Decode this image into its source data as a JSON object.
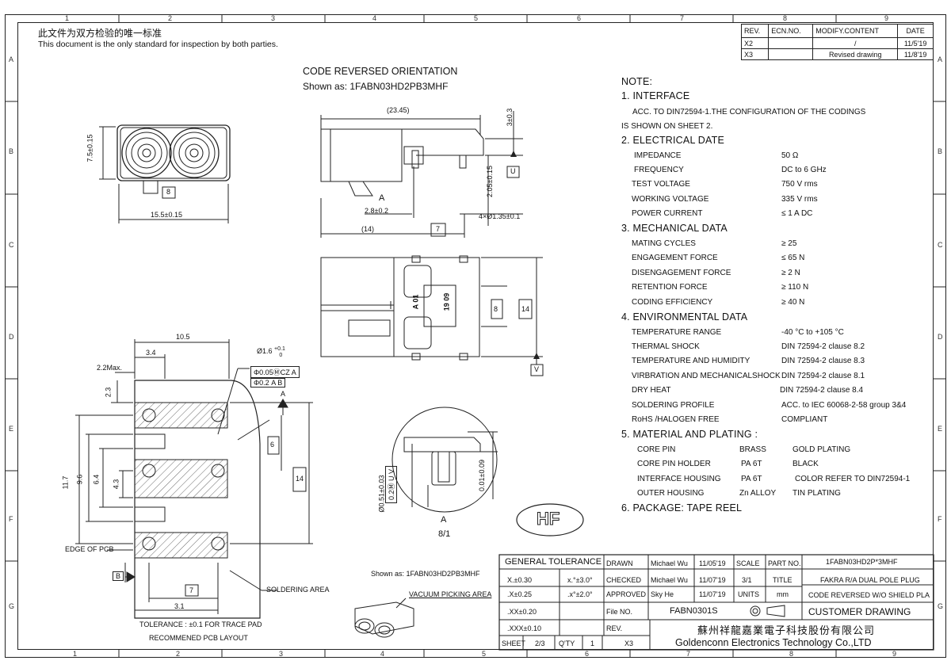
{
  "header": {
    "cn_line": "此文件为双方检验的唯一标准",
    "en_line": "This document is the only standard for inspection by both parties."
  },
  "zones": {
    "cols": [
      "1",
      "2",
      "3",
      "4",
      "5",
      "6",
      "7",
      "8",
      "9"
    ],
    "rows": [
      "A",
      "B",
      "C",
      "D",
      "E",
      "F",
      "G"
    ]
  },
  "revision_table": {
    "headers": [
      "REV.",
      "ECN.NO.",
      "MODIFY.CONTENT",
      "DATE"
    ],
    "rows": [
      [
        "X2",
        "",
        "/",
        "11/5'19"
      ],
      [
        "X3",
        "",
        "Revised drawing",
        "11/8'19"
      ]
    ]
  },
  "views": {
    "title_line1": "CODE REVERSED ORIENTATION",
    "title_line2": "Shown as: 1FABN03HD2PB3MHF",
    "detail_label": "A",
    "detail_scale": "8/1",
    "iso_caption": "Shown as: 1FABN03HD2PB3MHF",
    "vacuum_label": "VACUUM PICKING AREA",
    "edge_pcb": "EDGE OF PCB",
    "soldering_area": "SOLDERING AREA",
    "tolerance_note": "TOLERANCE :   ±0.1  FOR TRACE PAD",
    "pcb_layout": "RECOMMENED PCB LAYOUT",
    "hf_mark": "HF"
  },
  "dims": {
    "d_7_5": "7.5±0.15",
    "d_8": "8",
    "d_15_5": "15.5±0.15",
    "d_23_45": "(23.45)",
    "d_3": "3±0.3",
    "d_u": "U",
    "d_2_05": "2.05±0.15",
    "d_2_8": "2.8±0.2",
    "d_4x": "4×Ø1.35±0.1",
    "d_14p": "(14)",
    "d_7": "7",
    "d_a": "A",
    "d_a01": "A 01",
    "d_1909": "19 09",
    "d_8b": "8",
    "d_14": "14",
    "d_v": "V",
    "d_10_5": "10.5",
    "d_3_4": "3.4",
    "d_2_2": "2.2Max.",
    "d_phi16": "Ø1.6",
    "d_phi16_tol_up": "+0.1",
    "d_phi16_tol_lo": "0",
    "fcf1": "Φ0.05ⓂCZ A",
    "fcf2": "Φ0.2 A B",
    "d_2_3": "2.3",
    "d_6": "6",
    "d_11_7": "11.7",
    "d_9_6": "9.6",
    "d_6_4": "6.4",
    "d_4_3": "4.3",
    "d_14b": "14",
    "d_b": "B",
    "d_7b": "7",
    "d_3_1": "3.1",
    "d_a_tri": "A",
    "d_051": "Ø0.51±0.03",
    "fcf3": "0.2Ⓜ U V",
    "d_001": "0.01±0.09"
  },
  "notes": {
    "title": "NOTE:",
    "sections": [
      {
        "heading": "1. INTERFACE",
        "lines": [
          "ACC. TO DIN72594-1.THE CONFIGURATION OF THE CODINGS",
          "IS SHOWN ON SHEET 2."
        ]
      },
      {
        "heading": "2. ELECTRICAL DATE",
        "rows": [
          [
            "IMPEDANCE",
            "50        Ω"
          ],
          [
            "FREQUENCY",
            "DC to 6 GHz"
          ],
          [
            "TEST VOLTAGE",
            "750 V rms"
          ],
          [
            "WORKING VOLTAGE",
            "335 V rms"
          ],
          [
            "POWER CURRENT",
            "≤ 1 A DC"
          ]
        ]
      },
      {
        "heading": "3. MECHANICAL DATA",
        "rows": [
          [
            "MATING CYCLES",
            "≥ 25"
          ],
          [
            "ENGAGEMENT FORCE",
            "≤ 65 N"
          ],
          [
            "DISENGAGEMENT FORCE",
            "≥ 2 N"
          ],
          [
            "RETENTION FORCE",
            "≥ 110 N"
          ],
          [
            "CODING EFFICIENCY",
            "≥ 40 N"
          ]
        ]
      },
      {
        "heading": "4. ENVIRONMENTAL DATA",
        "rows": [
          [
            "TEMPERATURE RANGE",
            "-40 °C to +105 °C"
          ],
          [
            "THERMAL SHOCK",
            "DIN 72594-2 clause 8.2"
          ],
          [
            "TEMPERATURE AND HUMIDITY",
            "DIN 72594-2 clause 8.3"
          ],
          [
            "VIRBRATION AND MECHANICALSHOCK",
            "DIN 72594-2 clause 8.1"
          ],
          [
            "DRY HEAT",
            "DIN 72594-2 clause 8.4"
          ],
          [
            "SOLDERING PROFILE",
            "ACC. to IEC 60068-2-58 group 3&4"
          ],
          [
            "RoHS  /HALOGEN FREE",
            "COMPLIANT"
          ]
        ]
      },
      {
        "heading": "5. MATERIAL AND PLATING :",
        "rows3": [
          [
            "CORE PIN",
            "BRASS",
            "GOLD PLATING"
          ],
          [
            "CORE PIN HOLDER",
            "PA 6T",
            "BLACK"
          ],
          [
            "INTERFACE HOUSING",
            "PA 6T",
            "COLOR REFER TO DIN72594-1"
          ],
          [
            "OUTER  HOUSING",
            "Zn ALLOY",
            "TIN PLATING"
          ]
        ]
      },
      {
        "heading": "6. PACKAGE:   TAPE REEL"
      }
    ]
  },
  "title_block": {
    "general_tolerance": "GENERAL TOLERANCE",
    "tol": [
      [
        "X.±0.30",
        "x.°±3.0°"
      ],
      [
        ".X±0.25",
        ".x°±2.0°"
      ],
      [
        ".XX±0.20",
        ""
      ],
      [
        ".XXX±0.10",
        ""
      ]
    ],
    "drawn_label": "DRAWN",
    "drawn_name": "Michael Wu",
    "drawn_date": "11/05'19",
    "checked_label": "CHECKED",
    "checked_name": "Michael Wu",
    "checked_date": "11/07'19",
    "approved_label": "APPROVED",
    "approved_name": "Sky He",
    "approved_date": "11/07'19",
    "file_label": "File NO.",
    "file_no": "FABN0301S",
    "rev_label": "REV.",
    "scale_label": "SCALE",
    "scale": "3/1",
    "units_label": "UNITS",
    "units": "mm",
    "part_label": "PART NO.",
    "part_no": "1FABN03HD2P*3MHF",
    "title_label": "TITLE",
    "title1": "FAKRA R/A DUAL POLE PLUG",
    "title2": "CODE REVERSED W/O SHIELD PLA",
    "customer": "CUSTOMER DRAWING",
    "sheet_label": "SHEET",
    "sheet": "2/3",
    "qty_label": "Q'TY",
    "qty": "1",
    "rev": "X3",
    "company_cn": "蘇州祥龍嘉業電子科技股份有限公司",
    "company_en": "Goldenconn Electronics Technology Co.,LTD"
  }
}
